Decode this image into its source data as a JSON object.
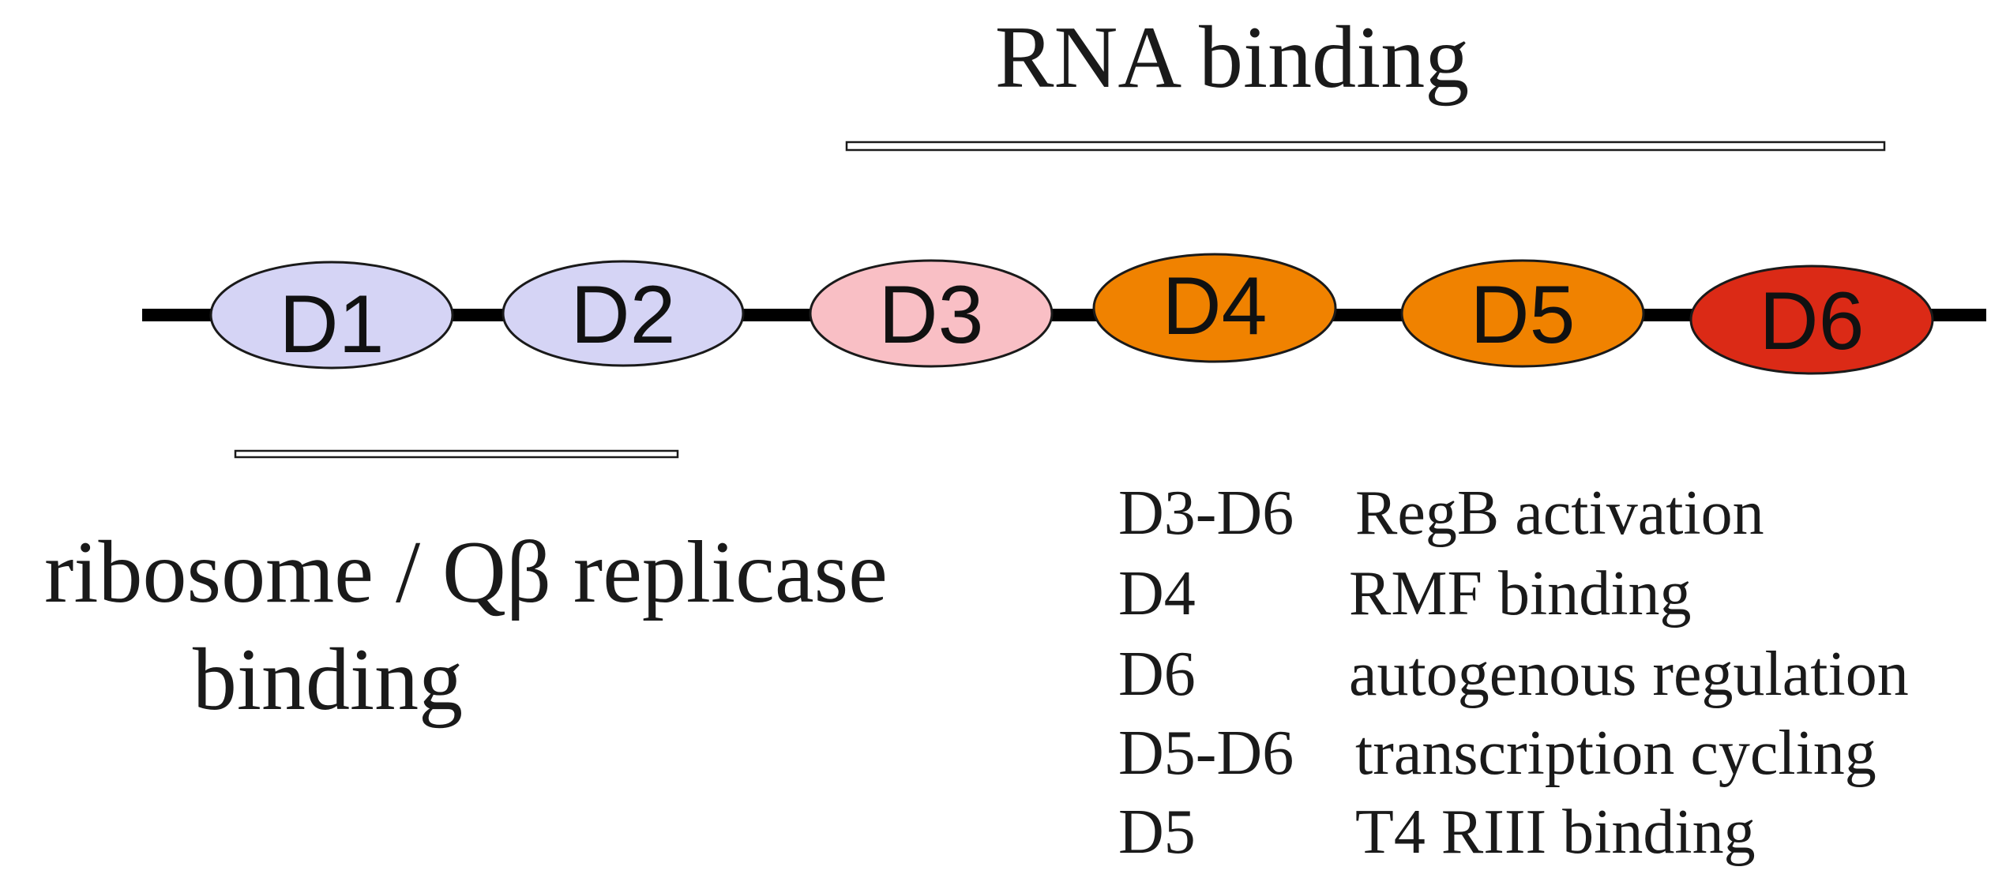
{
  "top_label": "RNA binding",
  "bottom_label": {
    "line1": "ribosome / Qβ replicase",
    "line2": "binding"
  },
  "domains": [
    {
      "label": "D1",
      "fill": "#d5d4f5"
    },
    {
      "label": "D2",
      "fill": "#d5d4f5"
    },
    {
      "label": "D3",
      "fill": "#f9bfc5"
    },
    {
      "label": "D4",
      "fill": "#f08200"
    },
    {
      "label": "D5",
      "fill": "#f08200"
    },
    {
      "label": "D6",
      "fill": "#db2a16"
    }
  ],
  "functions": [
    {
      "domain": "D3-D6",
      "role": "RegB activation"
    },
    {
      "domain": "D4",
      "role": "RMF binding"
    },
    {
      "domain": "D6",
      "role": "autogenous regulation"
    },
    {
      "domain": "D5-D6",
      "role": "transcription cycling"
    },
    {
      "domain": "D5",
      "role": "T4 RIII binding"
    }
  ],
  "colors": {
    "backbone": "#000000",
    "outline": "#1a1a1a"
  }
}
